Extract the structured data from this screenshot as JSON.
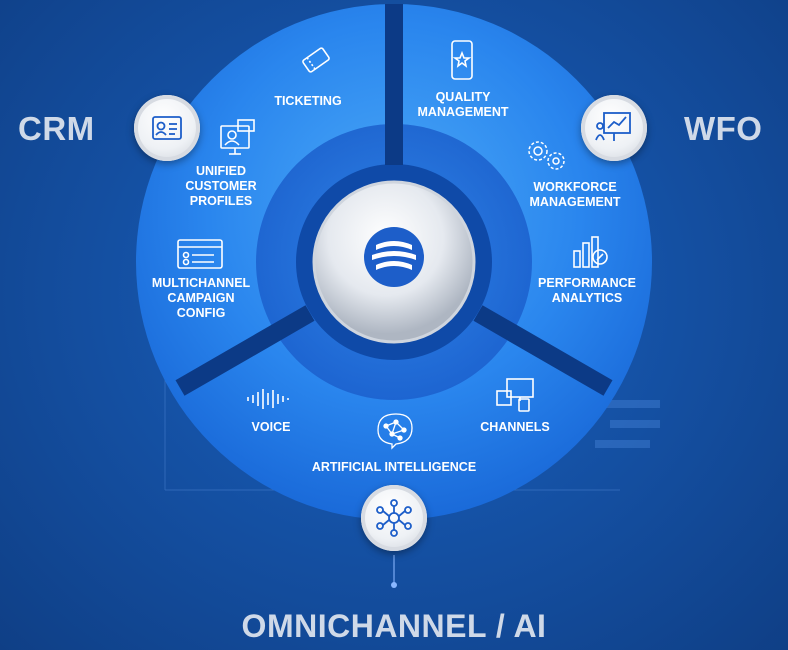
{
  "headings": {
    "crm": "CRM",
    "wfo": "WFO",
    "omni": "OMNICHANNEL / AI"
  },
  "crm_segment": {
    "ticketing": "TICKETING",
    "unified_profiles": [
      "UNIFIED",
      "CUSTOMER",
      "PROFILES"
    ],
    "campaign_config": [
      "MULTICHANNEL",
      "CAMPAIGN",
      "CONFIG"
    ]
  },
  "wfo_segment": {
    "quality_management": [
      "QUALITY",
      "MANAGEMENT"
    ],
    "workforce_management": [
      "WORKFORCE",
      "MANAGEMENT"
    ],
    "performance_analytics": [
      "PERFORMANCE",
      "ANALYTICS"
    ]
  },
  "omni_segment": {
    "voice": "VOICE",
    "channels": "CHANNELS",
    "ai": "ARTIFICIAL INTELLIGENCE"
  },
  "icons": {
    "center": "brand-logo-icon",
    "crm_badge": "profile-card-icon",
    "wfo_badge": "presentation-chart-icon",
    "omni_badge": "network-hub-icon"
  },
  "colors": {
    "ring_light": "#3fa0f5",
    "ring_dark": "#1c6fe0",
    "inner_ring": "#1b64d4",
    "divider": "#0c3a86",
    "text": "#ffffff",
    "heading": "#cfd9e8"
  }
}
